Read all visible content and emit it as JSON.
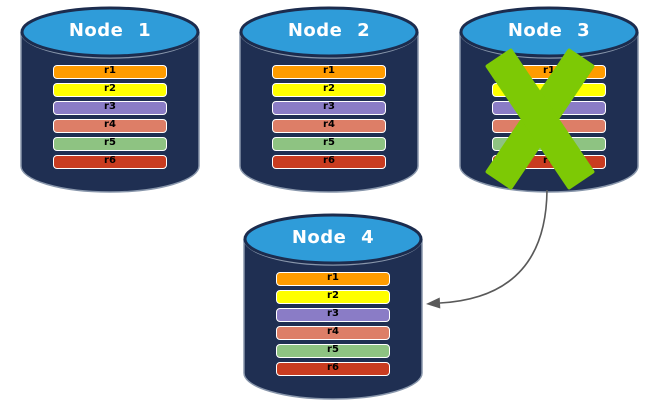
{
  "diagram": {
    "type": "database-replication-failover",
    "colors": {
      "background": "#ffffff",
      "cylinder_body": "#1F2F52",
      "cylinder_top": "#2F9CD9",
      "cylinder_outline": "#8896AB",
      "ellipse_border": "#1C2C4E",
      "row_border": "#FFFFFF",
      "row_text": "#000000",
      "node_label_text": "#FFFFFF",
      "failure_x": "#7DC905",
      "arrow": "#595959"
    },
    "nodes": [
      {
        "label": "Node 1",
        "failed": false,
        "rows": [
          {
            "label": "r1",
            "color": "#FF9C00"
          },
          {
            "label": "r2",
            "color": "#FFFF00"
          },
          {
            "label": "r3",
            "color": "#8A7CC6"
          },
          {
            "label": "r4",
            "color": "#DD7E67"
          },
          {
            "label": "r5",
            "color": "#8EC382"
          },
          {
            "label": "r6",
            "color": "#C93C20"
          }
        ]
      },
      {
        "label": "Node 2",
        "failed": false,
        "rows": [
          {
            "label": "r1",
            "color": "#FF9C00"
          },
          {
            "label": "r2",
            "color": "#FFFF00"
          },
          {
            "label": "r3",
            "color": "#8A7CC6"
          },
          {
            "label": "r4",
            "color": "#DD7E67"
          },
          {
            "label": "r5",
            "color": "#8EC382"
          },
          {
            "label": "r6",
            "color": "#C93C20"
          }
        ]
      },
      {
        "label": "Node 3",
        "failed": true,
        "rows": [
          {
            "label": "r1",
            "color": "#FF9C00"
          },
          {
            "label": "r2",
            "color": "#FFFF00"
          },
          {
            "label": "r3",
            "color": "#8A7CC6"
          },
          {
            "label": "r4",
            "color": "#DD7E67"
          },
          {
            "label": "r5",
            "color": "#8EC382"
          },
          {
            "label": "r6",
            "color": "#C93C20"
          }
        ]
      },
      {
        "label": "Node 4",
        "failed": false,
        "rows": [
          {
            "label": "r1",
            "color": "#FF9C00"
          },
          {
            "label": "r2",
            "color": "#FFFF00"
          },
          {
            "label": "r3",
            "color": "#8A7CC6"
          },
          {
            "label": "r4",
            "color": "#DD7E67"
          },
          {
            "label": "r5",
            "color": "#8EC382"
          },
          {
            "label": "r6",
            "color": "#C93C20"
          }
        ]
      }
    ],
    "arrow": {
      "from": "Node 3",
      "to": "Node 4"
    }
  }
}
